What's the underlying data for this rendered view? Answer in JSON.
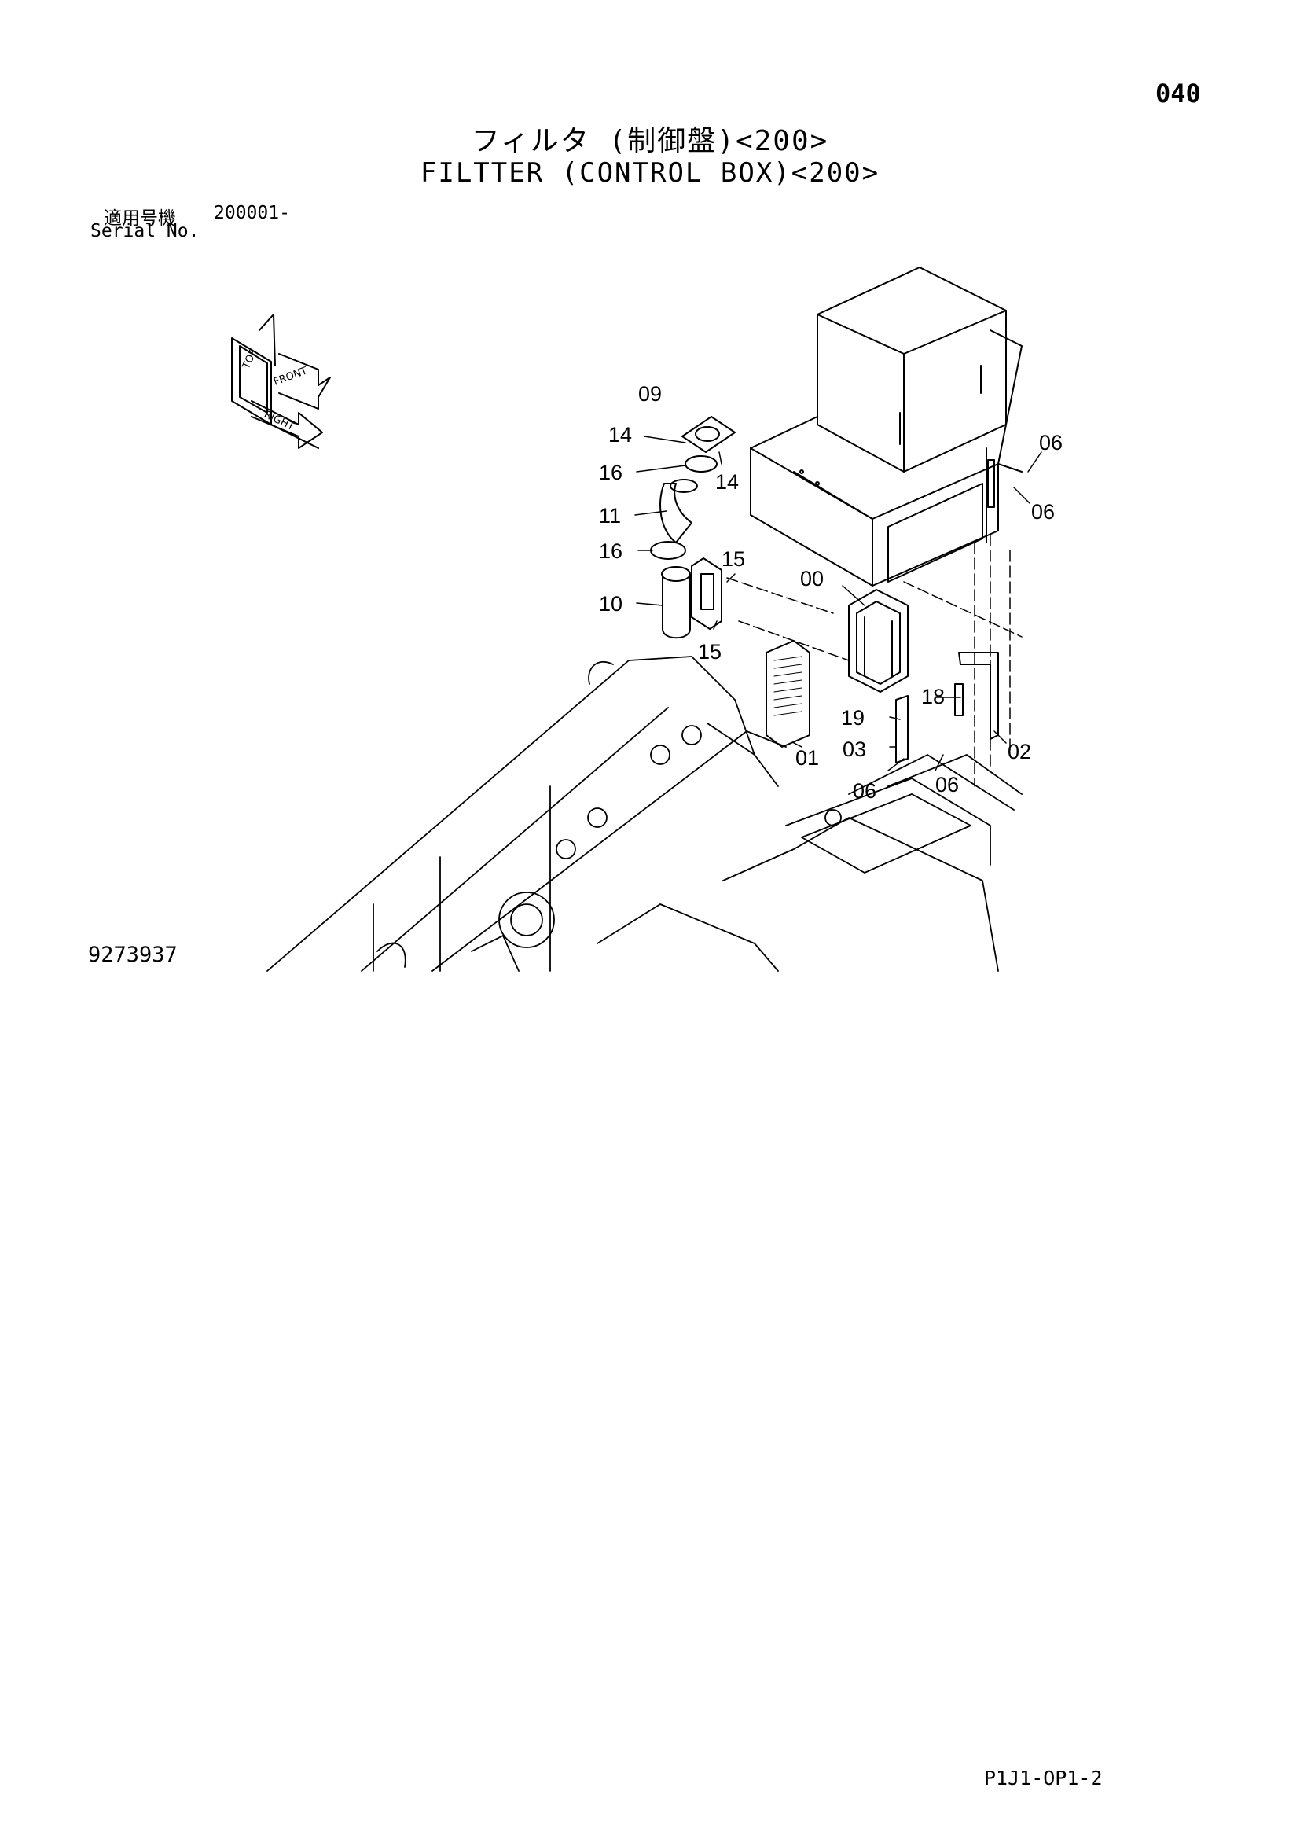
{
  "page": {
    "number": "040",
    "title_ja": "フィルタ (制御盤)<200>",
    "title_en": "FILTTER (CONTROL BOX)<200>",
    "serial_label_ja": "適用号機",
    "serial_value": "200001-",
    "serial_label_en": "Serial No.",
    "drawing_number": "9273937",
    "footer_code": "P1J1-OP1-2"
  },
  "orientation": {
    "top": "TOP",
    "front": "FRONT",
    "right": "RIGHT"
  },
  "callouts": [
    "09",
    "14",
    "14",
    "16",
    "11",
    "16",
    "15",
    "10",
    "15",
    "00",
    "01",
    "18",
    "19",
    "03",
    "02",
    "06",
    "06",
    "06",
    "06"
  ]
}
